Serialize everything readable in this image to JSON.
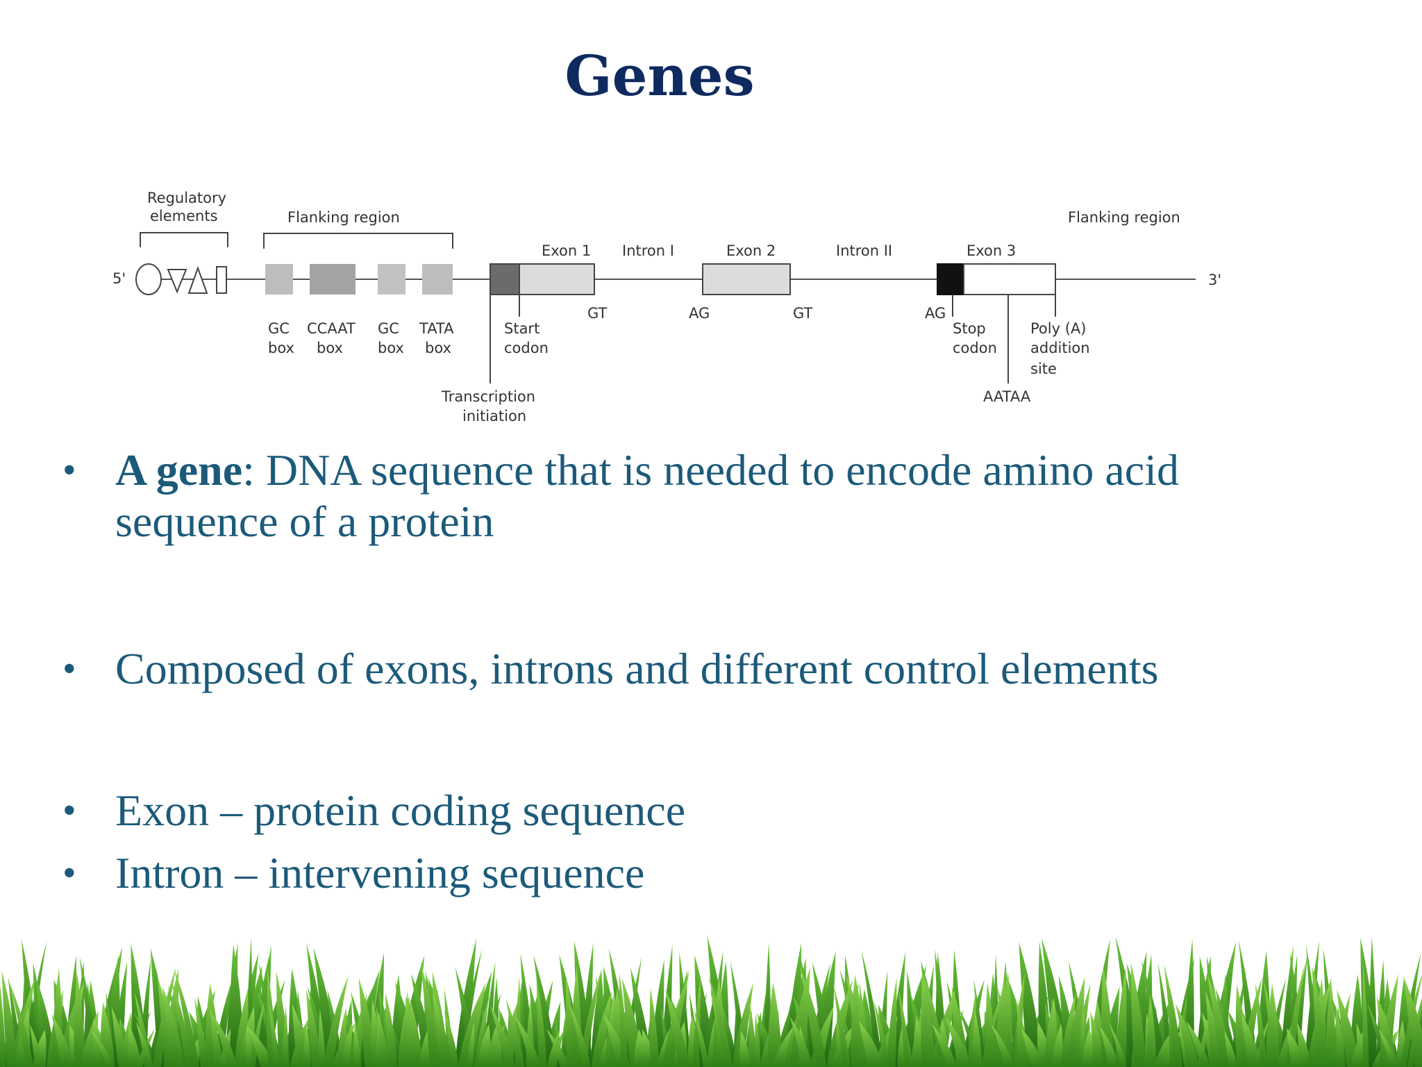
{
  "title": "Genes",
  "diagram": {
    "end5": "5'",
    "end3": "3'",
    "regulatory_line1": "Regulatory",
    "regulatory_line2": "elements",
    "flanking_left": "Flanking region",
    "flanking_right": "Flanking region",
    "exon1": "Exon 1",
    "intron1": "Intron I",
    "exon2": "Exon 2",
    "intron2": "Intron II",
    "exon3": "Exon 3",
    "gt1": "GT",
    "ag1": "AG",
    "gt2": "GT",
    "ag2": "AG",
    "gc_box1_l1": "GC",
    "gc_box1_l2": "box",
    "ccaat_l1": "CCAAT",
    "ccaat_l2": "box",
    "gc_box2_l1": "GC",
    "gc_box2_l2": "box",
    "tata_l1": "TATA",
    "tata_l2": "box",
    "start_l1": "Start",
    "start_l2": "codon",
    "transcription_l1": "Transcription",
    "transcription_l2": "initiation",
    "stop_l1": "Stop",
    "stop_l2": "codon",
    "polya_l1": "Poly (A)",
    "polya_l2": "addition",
    "polya_l3": "site",
    "aataa": "AATAA"
  },
  "bullets": [
    {
      "bold": "A gene",
      "text": ": DNA sequence that is needed to encode  amino acid",
      "text2": "sequence of a protein"
    },
    {
      "text": "Composed of exons, introns and different control  elements"
    },
    {
      "text": "Exon – protein coding sequence"
    },
    {
      "text": "Intron – intervening sequence"
    }
  ],
  "bullet_symbol": "•",
  "colors": {
    "title": "#0f2a5f",
    "bullet_text": "#1c5a7a",
    "grass_dark": "#3f8f1f",
    "grass_light": "#7cc944"
  }
}
